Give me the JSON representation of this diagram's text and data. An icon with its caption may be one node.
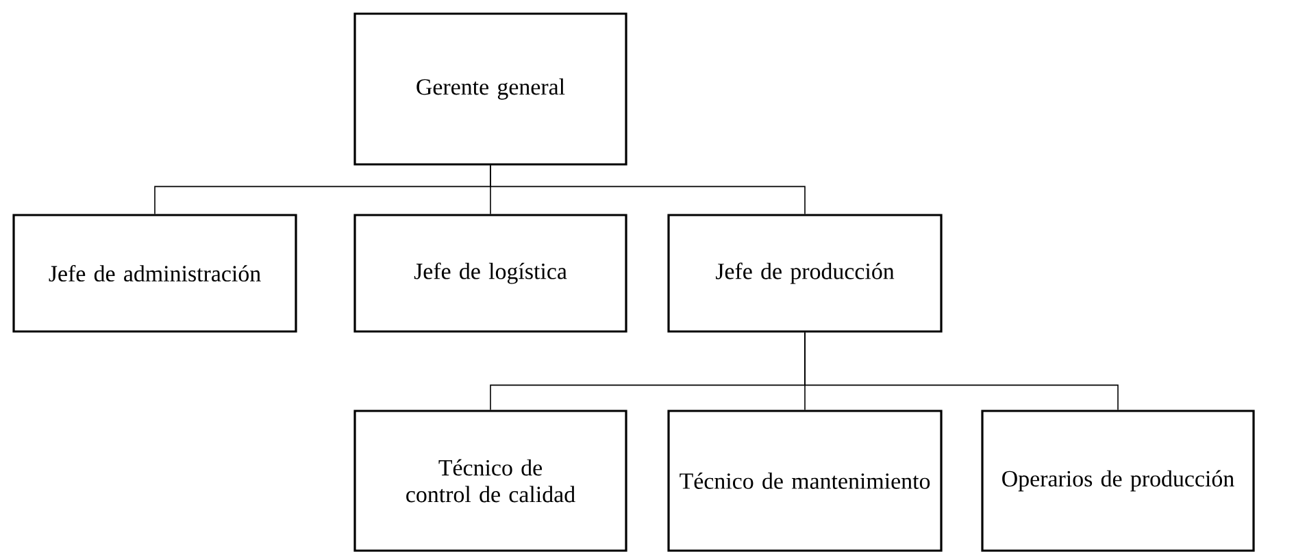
{
  "diagram": {
    "nodes": [
      {
        "text": [
          "Gerente general"
        ]
      },
      {
        "text": [
          "Jefe de administración"
        ]
      },
      {
        "text": [
          "Jefe de logística"
        ]
      },
      {
        "text": [
          "Jefe de producción"
        ]
      },
      {
        "text": [
          "Técnico de control de calidad"
        ]
      },
      {
        "text": [
          "Técnico de mantenimiento"
        ]
      },
      {
        "text": [
          "Operarios de producción"
        ]
      }
    ],
    "edges": [
      {
        "from": 0,
        "to": 1,
        "arrow": "none"
      },
      {
        "from": 0,
        "to": 2,
        "arrow": "none"
      },
      {
        "from": 0,
        "to": 3,
        "arrow": "none"
      },
      {
        "from": 3,
        "to": 4,
        "arrow": "none"
      },
      {
        "from": 3,
        "to": 5,
        "arrow": "none"
      },
      {
        "from": 3,
        "to": 6,
        "arrow": "none"
      }
    ]
  }
}
